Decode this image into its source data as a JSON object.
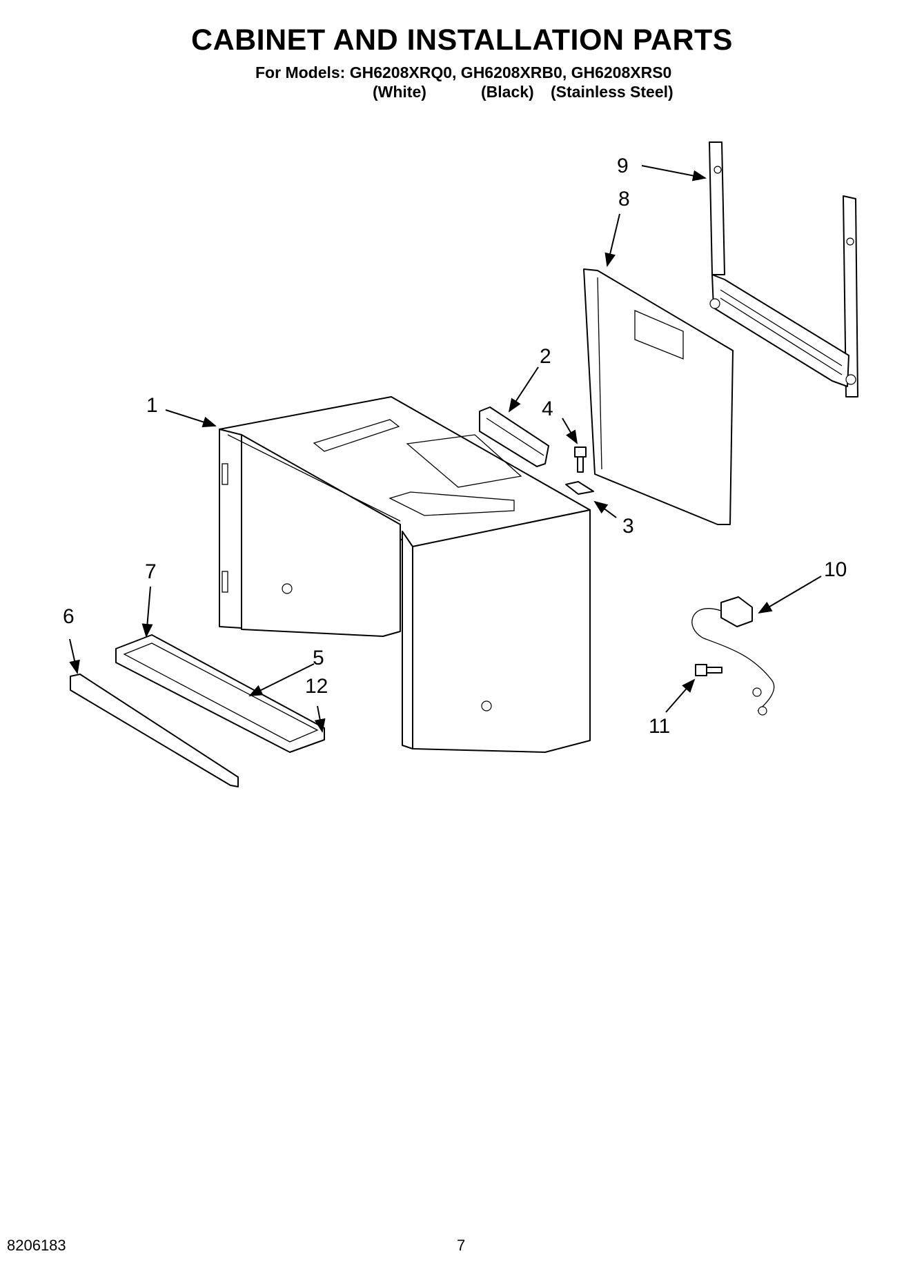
{
  "header": {
    "title": "CABINET AND INSTALLATION PARTS",
    "models_line": "For Models: GH6208XRQ0, GH6208XRB0, GH6208XRS0",
    "variants": {
      "white": "(White)",
      "black": "(Black)",
      "stainless": "(Stainless Steel)"
    }
  },
  "callouts": {
    "c1": "1",
    "c2": "2",
    "c3": "3",
    "c4": "4",
    "c5": "5",
    "c6": "6",
    "c7": "7",
    "c8": "8",
    "c9": "9",
    "c10": "10",
    "c11": "11",
    "c12": "12"
  },
  "footer": {
    "doc_number": "8206183",
    "page_number": "7"
  }
}
